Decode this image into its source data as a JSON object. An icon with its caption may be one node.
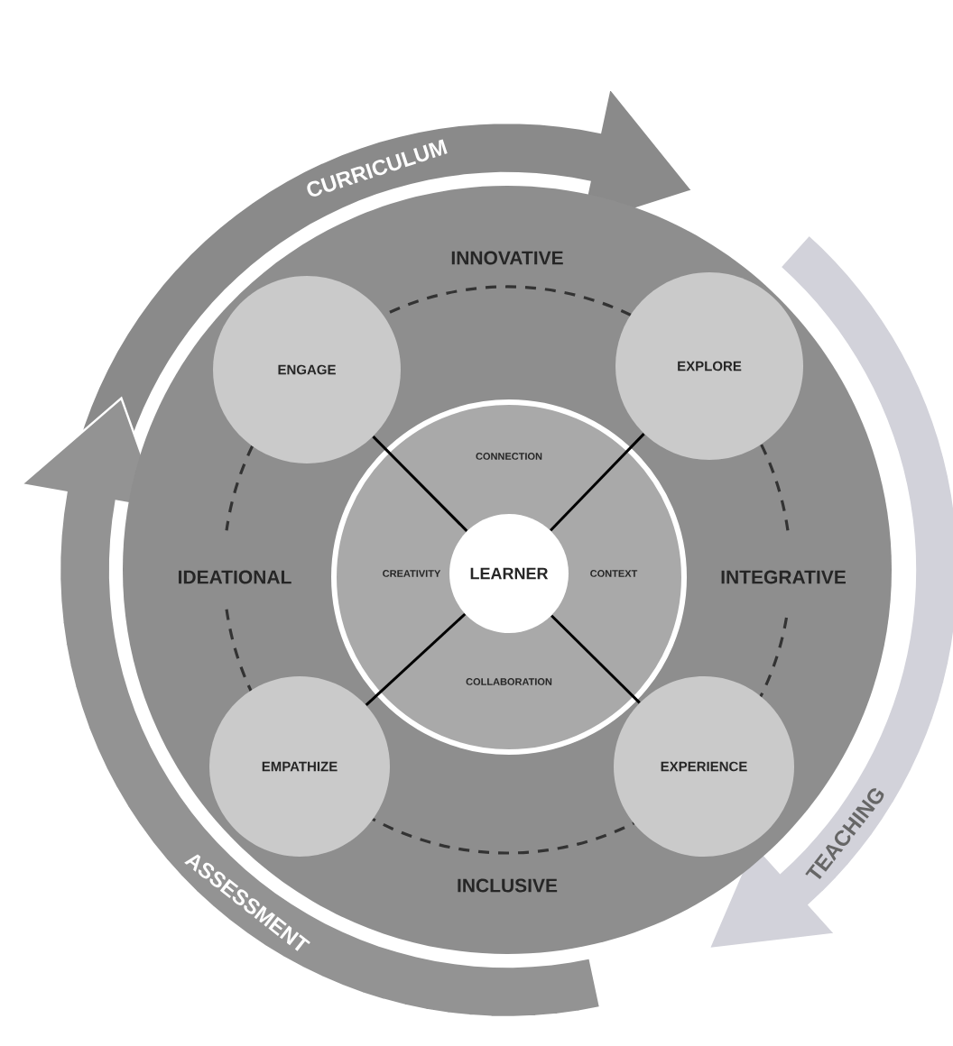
{
  "diagram": {
    "nodes": [
      {
        "text": [
          "INNOVATIVE",
          "IDEATIONAL",
          "INTEGRATIVE",
          "INCLUSIVE"
        ]
      },
      {
        "text": [
          "CONNECTION",
          "CREATIVITY",
          "CONTEXT",
          "COLLABORATION"
        ],
        "in": 0
      },
      {
        "text": [
          "LEARNER"
        ],
        "in": 1
      },
      {
        "text": [
          "ENGAGE"
        ],
        "in": 0
      },
      {
        "text": [
          "EXPLORE"
        ],
        "in": 0
      },
      {
        "text": [
          "EMPATHIZE"
        ],
        "in": 0
      },
      {
        "text": [
          "EXPERIENCE"
        ],
        "in": 0
      }
    ],
    "edges": [
      {
        "from": 2,
        "to": 3,
        "arrow": "none"
      },
      {
        "from": 2,
        "to": 4,
        "arrow": "none"
      },
      {
        "from": 2,
        "to": 5,
        "arrow": "none"
      },
      {
        "from": 2,
        "to": 6,
        "arrow": "none"
      }
    ],
    "labels": [
      "CURRICULUM",
      "TEACHING",
      "ASSESSMENT"
    ]
  }
}
